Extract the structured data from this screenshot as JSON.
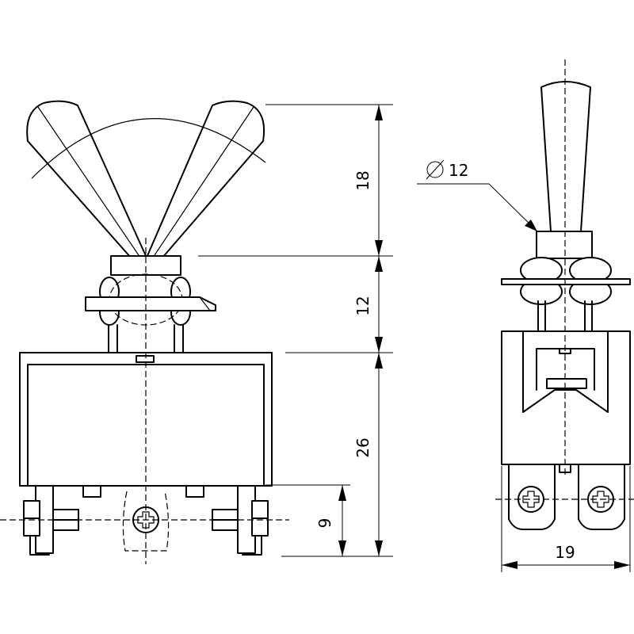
{
  "dimensions": {
    "lever_height": "18",
    "bushing_height": "12",
    "body_height": "26",
    "terminal_height": "9",
    "width": "19",
    "lever_diameter_symbol": "∅",
    "lever_diameter_value": "12"
  }
}
